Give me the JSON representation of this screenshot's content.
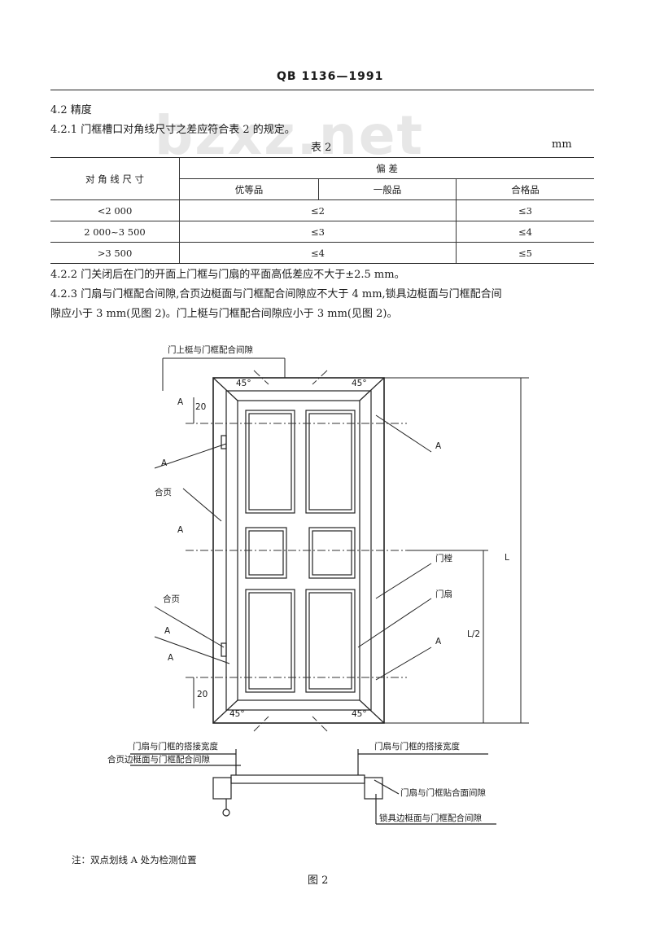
{
  "header": {
    "standard": "QB  1136—1991"
  },
  "watermark": "bzxz.net",
  "section": {
    "title": "4.2  精度",
    "clause_421": "4.2.1  门框槽口对角线尺寸之差应符合表 2 的规定。",
    "table_caption": "表 2",
    "table_unit": "mm",
    "table": {
      "col_diag": "对 角 线 尺 寸",
      "col_dev": "偏          差",
      "sub_headers": [
        "优等品",
        "一般品",
        "合格品"
      ],
      "rows": [
        {
          "size": "<2 000",
          "shared": "≤2",
          "pass": "≤3"
        },
        {
          "size": "2 000~3 500",
          "shared": "≤3",
          "pass": "≤4"
        },
        {
          "size": ">3 500",
          "shared": "≤4",
          "pass": "≤5"
        }
      ]
    },
    "clause_422": "4.2.2  门关闭后在门的开面上门框与门扇的平面高低差应不大于±2.5 mm。",
    "clause_423_line1": "4.2.3  门扇与门框配合间隙,合页边梃面与门框配合间隙应不大于 4 mm,锁具边梃面与门框配合间",
    "clause_423_line2": "隙应小于 3 mm(见图 2)。门上梃与门框配合间隙应小于 3 mm(见图 2)。"
  },
  "figure": {
    "labels": {
      "top_gap": "门上梃与门框配合间隙",
      "angle": "45°",
      "dim_20": "20",
      "section_a": "A",
      "hinge": "合页",
      "frame": "门樘",
      "leaf": "门扇",
      "length": "L",
      "half_length": "L/2",
      "overlap_left": "门扇与门框的搭接宽度",
      "hinge_side_gap": "合页边梃面与门框配合间隙",
      "overlap_right": "门扇与门框的搭接宽度",
      "fit_gap": "门扇与门框贴合面间隙",
      "lock_side_gap": "锁具边梃面与门框配合间隙"
    },
    "note": "注：双点划线 A 处为检测位置",
    "caption": "图 2"
  }
}
